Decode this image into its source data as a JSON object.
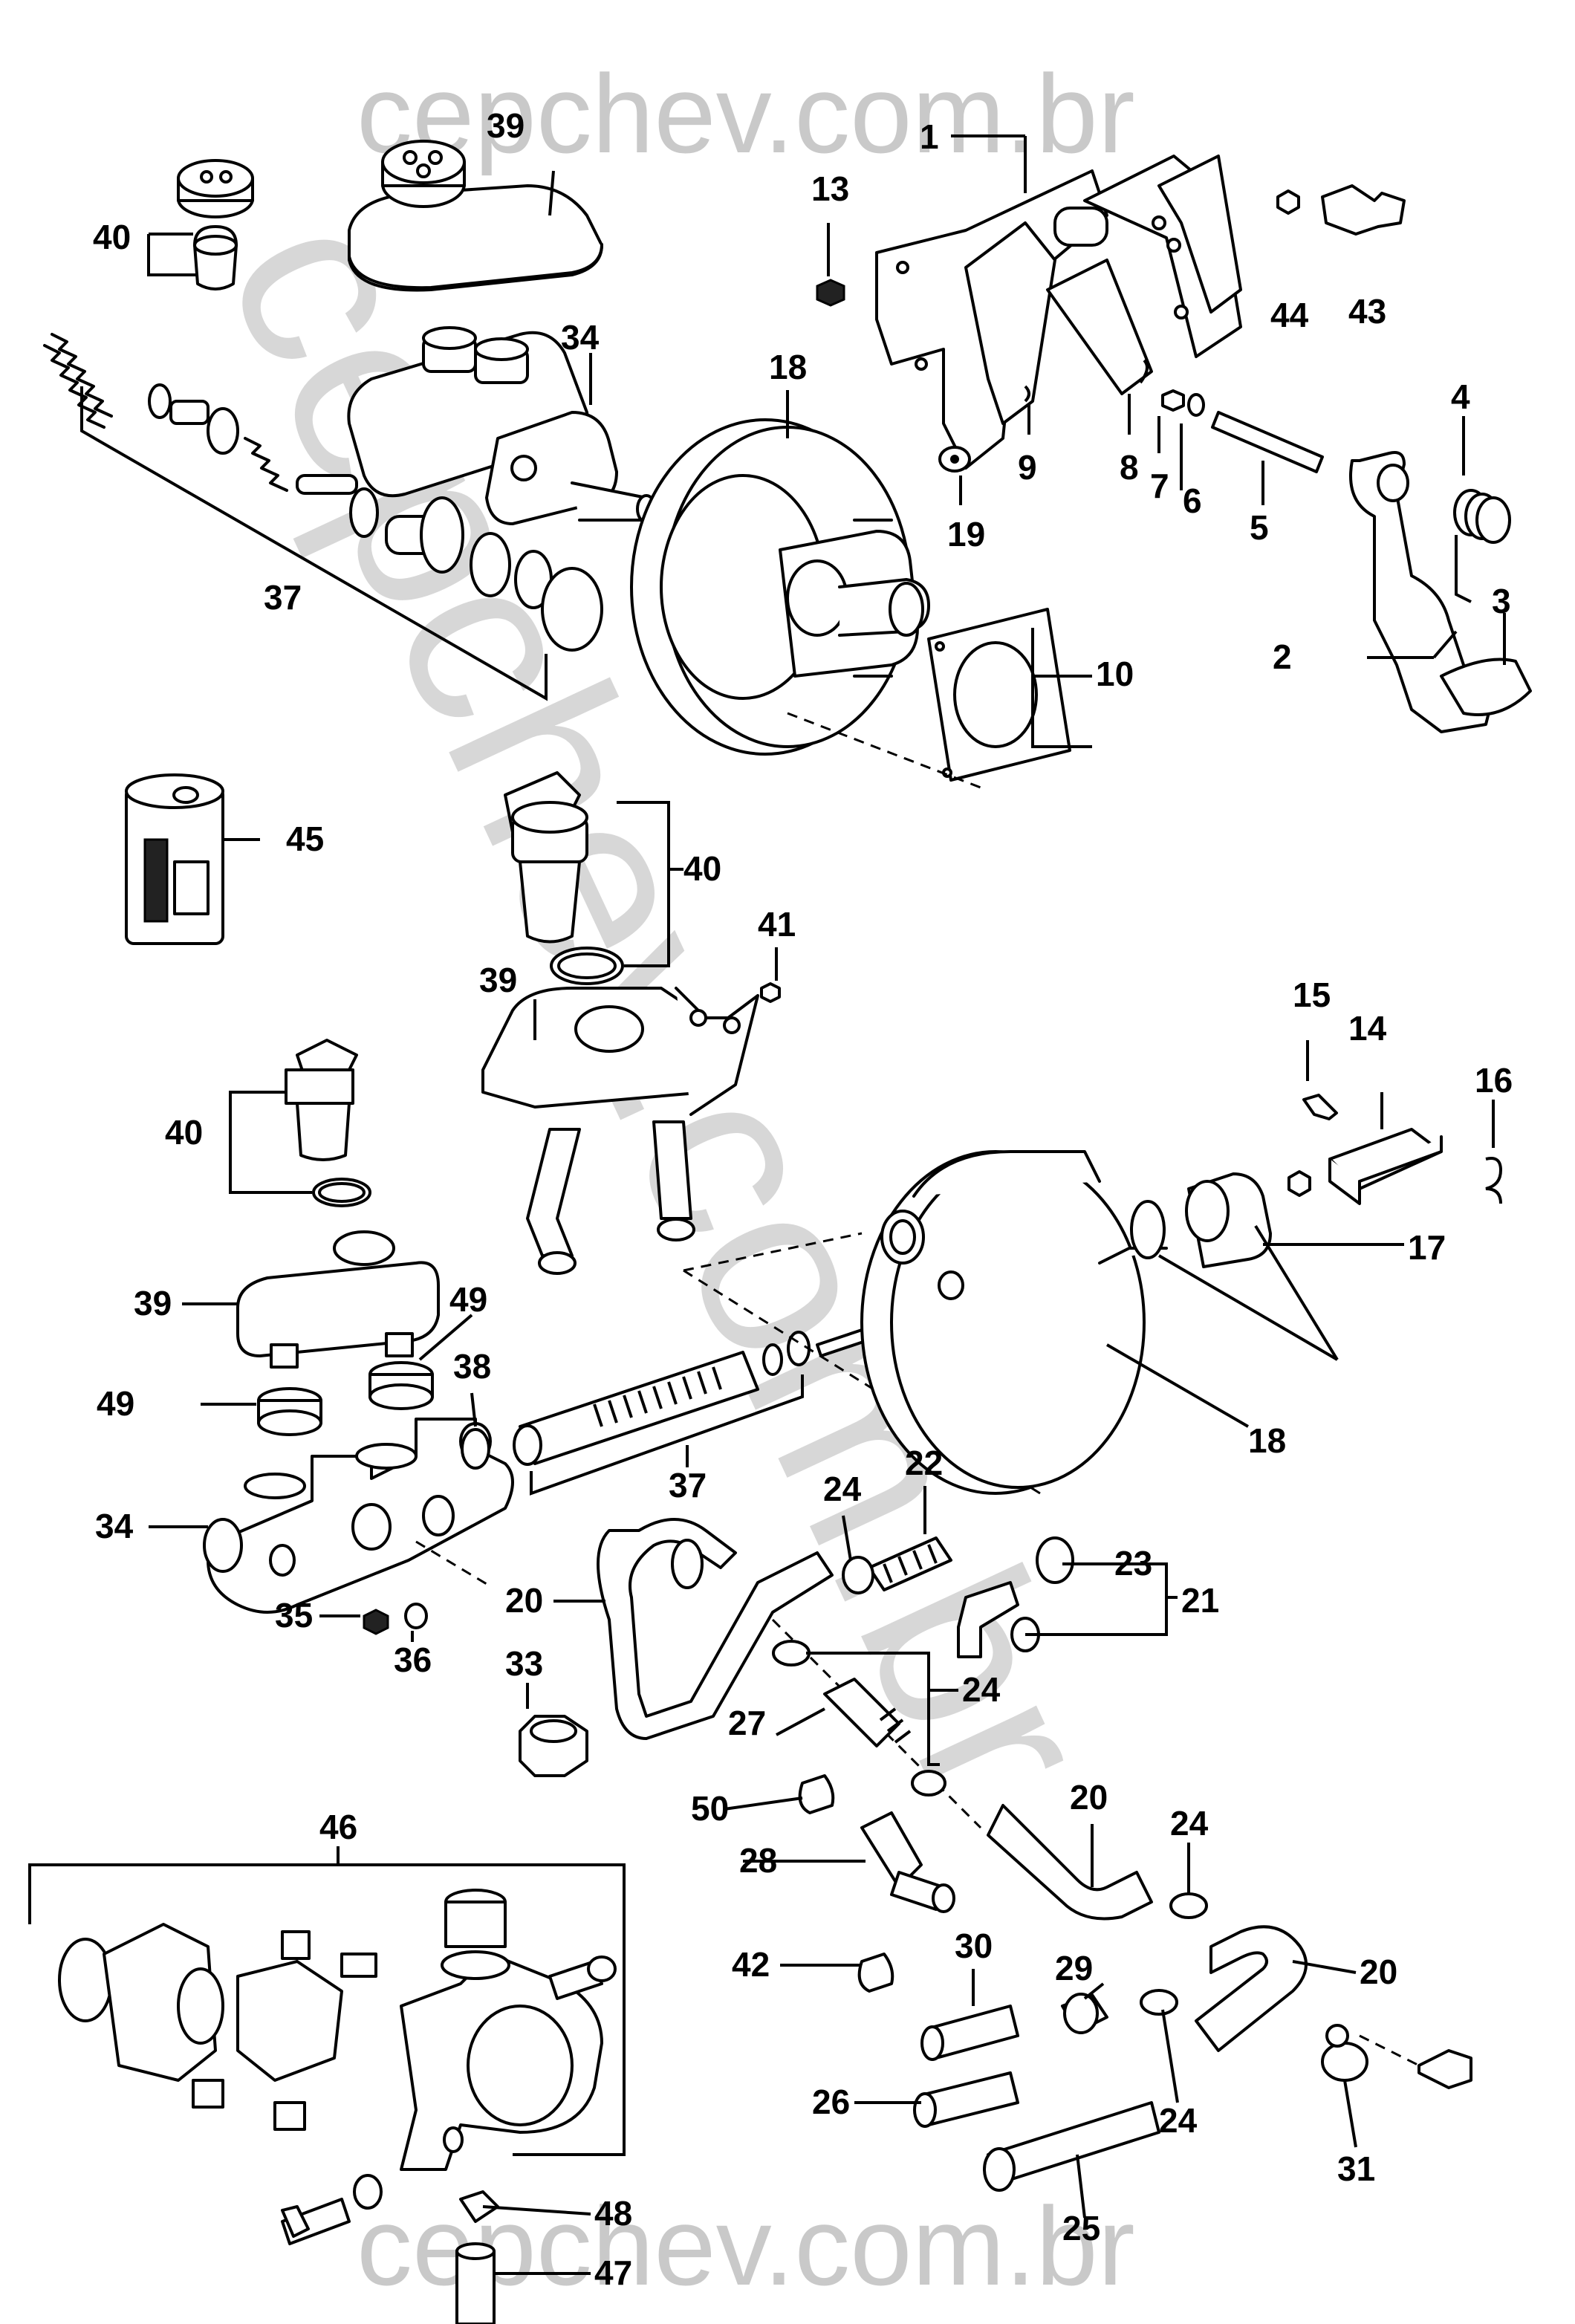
{
  "watermark": {
    "top": "cepchev.com.br",
    "diagonal": "cepchev.com.br",
    "bottom": "cepchev.com.br"
  },
  "labels": {
    "p1": "1",
    "p2": "2",
    "p3": "3",
    "p4": "4",
    "p5": "5",
    "p6": "6",
    "p7": "7",
    "p8": "8",
    "p9": "9",
    "p10": "10",
    "p13": "13",
    "p14": "14",
    "p15": "15",
    "p16": "16",
    "p17": "17",
    "p18a": "18",
    "p18b": "18",
    "p19": "19",
    "p20a": "20",
    "p20b": "20",
    "p20c": "20",
    "p21": "21",
    "p22": "22",
    "p23": "23",
    "p24a": "24",
    "p24b": "24",
    "p24c": "24",
    "p24d": "24",
    "p25": "25",
    "p26": "26",
    "p27": "27",
    "p28": "28",
    "p29": "29",
    "p30": "30",
    "p31": "31",
    "p33": "33",
    "p34a": "34",
    "p34b": "34",
    "p35": "35",
    "p36": "36",
    "p37a": "37",
    "p37b": "37",
    "p38": "38",
    "p39a": "39",
    "p39b": "39",
    "p39c": "39",
    "p40a": "40",
    "p40b": "40",
    "p40c": "40",
    "p41": "41",
    "p42": "42",
    "p43": "43",
    "p44": "44",
    "p45": "45",
    "p46": "46",
    "p47": "47",
    "p48": "48",
    "p49a": "49",
    "p49b": "49",
    "p50": "50"
  }
}
